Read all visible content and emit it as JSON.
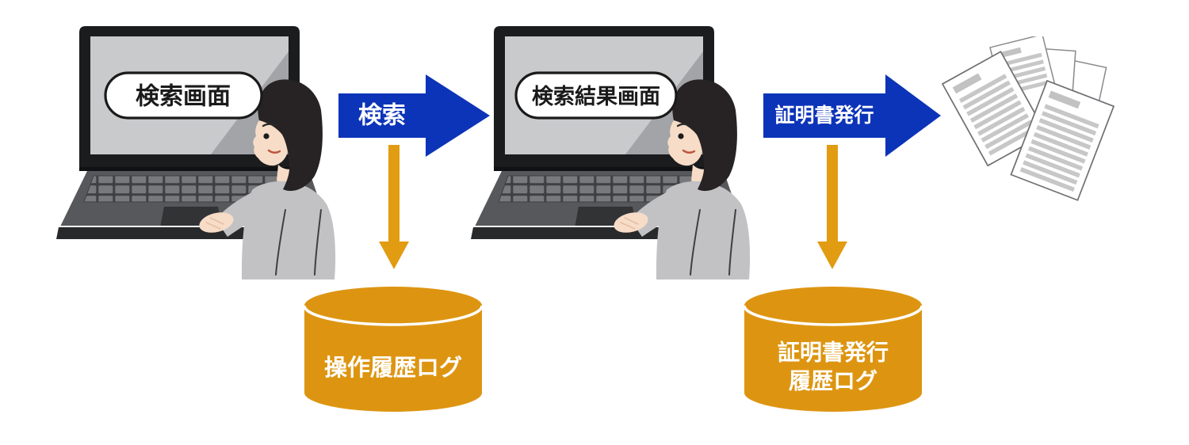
{
  "laptops": [
    {
      "screen_label": "検索画面"
    },
    {
      "screen_label": "検索結果画面"
    }
  ],
  "process_arrows": [
    {
      "label": "検索"
    },
    {
      "label": "証明書発行"
    }
  ],
  "databases": [
    {
      "label_lines": [
        "操作履歴ログ"
      ]
    },
    {
      "label_lines": [
        "証明書発行",
        "履歴ログ"
      ]
    }
  ],
  "documents": {
    "icon": "document-stack",
    "sheet_count": 5
  },
  "icons": {
    "laptop_user": "person-typing-on-laptop",
    "database": "database-cylinder",
    "right_arrow": "process-arrow-right",
    "down_arrow": "log-arrow-down"
  },
  "colors": {
    "arrow_blue": "#0C34B8",
    "arrow_orange": "#E29C12",
    "database_orange": "#DD9511"
  }
}
